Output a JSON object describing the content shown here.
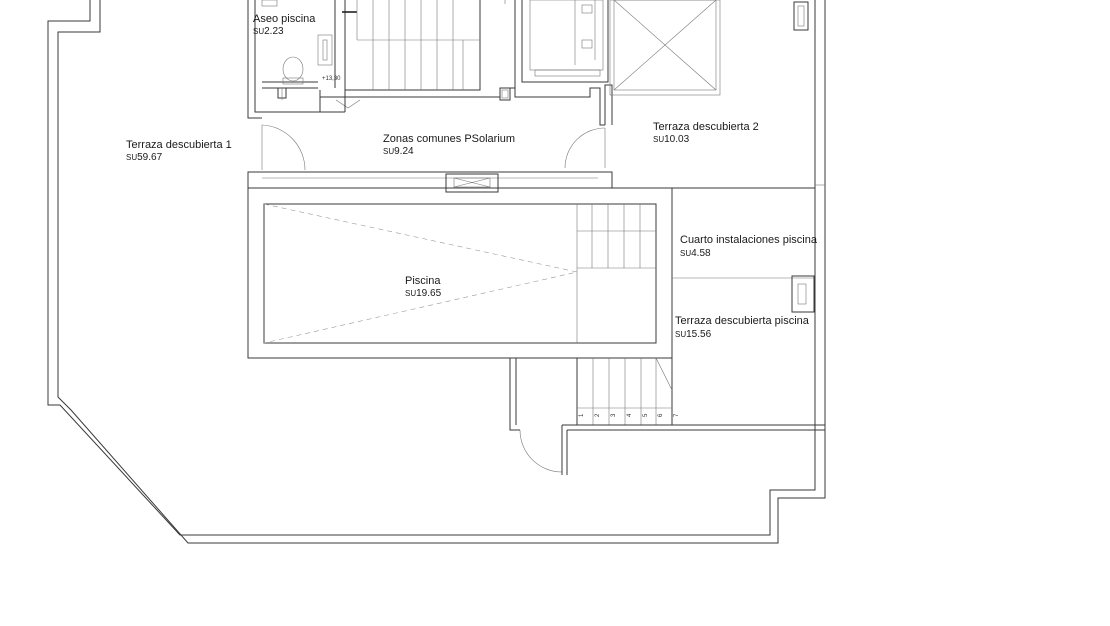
{
  "rooms": [
    {
      "id": "aseo",
      "name": "Aseo piscina",
      "unit": "SU",
      "area": "2.23"
    },
    {
      "id": "terraza1",
      "name": "Terraza descubierta 1",
      "unit": "SU",
      "area": "59.67"
    },
    {
      "id": "zonas",
      "name": "Zonas comunes PSolarium",
      "unit": "SU",
      "area": "9.24"
    },
    {
      "id": "terraza2",
      "name": "Terraza descubierta 2",
      "unit": "SU",
      "area": "10.03"
    },
    {
      "id": "cuarto",
      "name": "Cuarto instalaciones piscina",
      "unit": "SU",
      "area": "4.58"
    },
    {
      "id": "piscina",
      "name": "Piscina",
      "unit": "SU",
      "area": "19.65"
    },
    {
      "id": "terrazaPiscina",
      "name": "Terraza descubierta piscina",
      "unit": "SU",
      "area": "15.56"
    }
  ],
  "level_mark": "+13,30",
  "stair_steps": [
    "1",
    "2",
    "3",
    "4",
    "5",
    "6",
    "7"
  ]
}
